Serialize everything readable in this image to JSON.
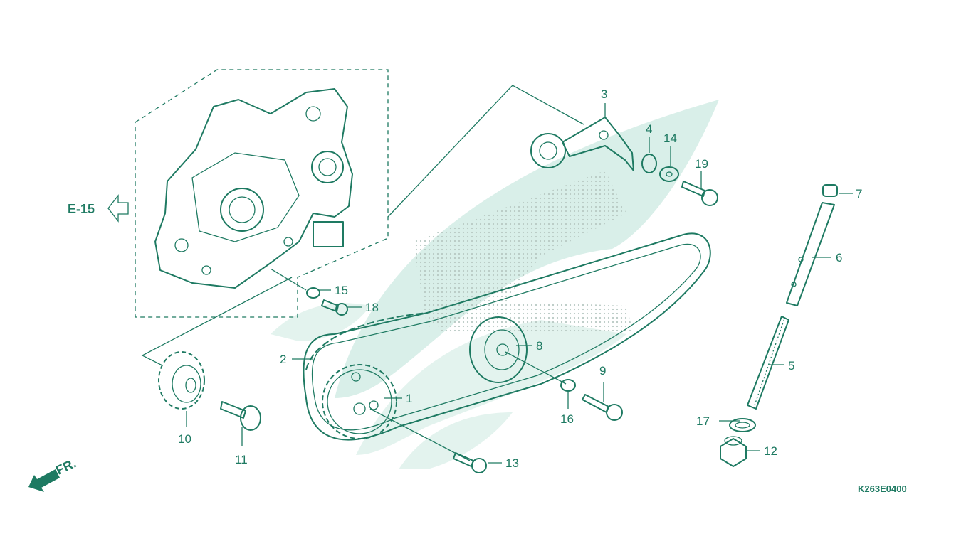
{
  "diagram": {
    "ref_code": "K263E0400",
    "nav_label": "E-15",
    "front_label": "FR.",
    "colors": {
      "ink": "#1e7a62",
      "watermark": "#d9efe9",
      "dots": "#b8c9c3",
      "background": "#ffffff"
    },
    "callouts": {
      "c1": "1",
      "c2": "2",
      "c3": "3",
      "c4": "4",
      "c5": "5",
      "c6": "6",
      "c7": "7",
      "c8": "8",
      "c9": "9",
      "c10": "10",
      "c11": "11",
      "c12": "12",
      "c13": "13",
      "c14": "14",
      "c15": "15",
      "c16": "16",
      "c17": "17",
      "c18": "18",
      "c19": "19"
    }
  }
}
